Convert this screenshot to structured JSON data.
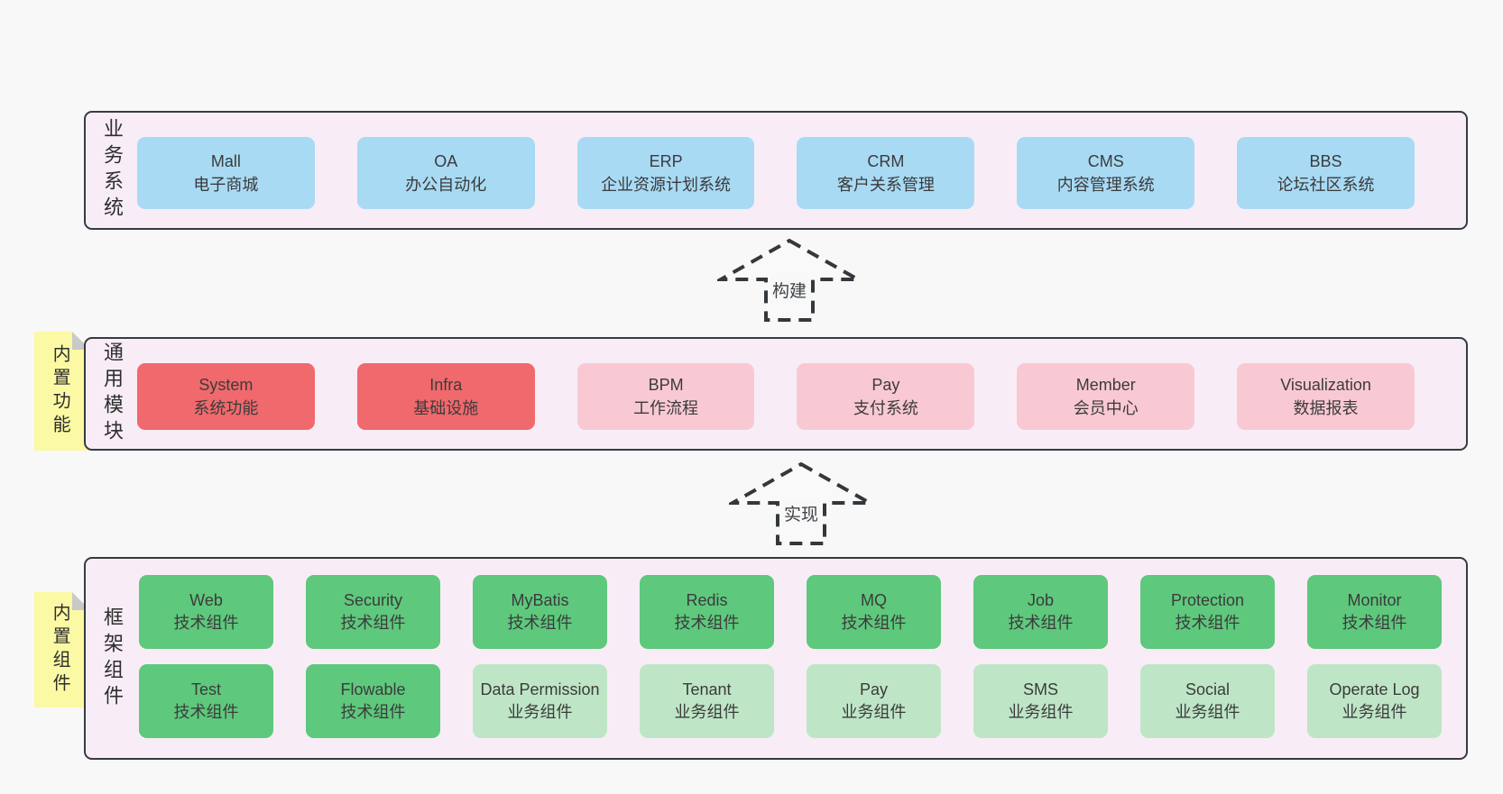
{
  "colors": {
    "page_bg": "#f8f8f8",
    "panel_bg": "#f8edf6",
    "panel_border": "#363b3f",
    "blue_box": "#a8daf4",
    "red_box": "#f0696d",
    "pink_box": "#f9c9d3",
    "green_box": "#5ec87c",
    "light_green_box": "#bee6c6",
    "sticky_yellow": "#fbf9a3",
    "sticky_fold": "#c9c9ca",
    "text": "#3b3b3b"
  },
  "arrows": [
    {
      "label": "构建"
    },
    {
      "label": "实现"
    }
  ],
  "business_systems": {
    "label": "业务系统",
    "boxes": [
      {
        "en": "Mall",
        "zh": "电子商城"
      },
      {
        "en": "OA",
        "zh": "办公自动化"
      },
      {
        "en": "ERP",
        "zh": "企业资源计划系统"
      },
      {
        "en": "CRM",
        "zh": "客户关系管理"
      },
      {
        "en": "CMS",
        "zh": "内容管理系统"
      },
      {
        "en": "BBS",
        "zh": "论坛社区系统"
      }
    ]
  },
  "common_modules": {
    "label": "通用模块",
    "sticky": "内置功能",
    "boxes": [
      {
        "en": "System",
        "zh": "系统功能"
      },
      {
        "en": "Infra",
        "zh": "基础设施"
      },
      {
        "en": "BPM",
        "zh": "工作流程"
      },
      {
        "en": "Pay",
        "zh": "支付系统"
      },
      {
        "en": "Member",
        "zh": "会员中心"
      },
      {
        "en": "Visualization",
        "zh": "数据报表"
      }
    ]
  },
  "framework_components": {
    "label": "框架组件",
    "sticky": "内置组件",
    "row1": [
      {
        "en": "Web",
        "zh": "技术组件"
      },
      {
        "en": "Security",
        "zh": "技术组件"
      },
      {
        "en": "MyBatis",
        "zh": "技术组件"
      },
      {
        "en": "Redis",
        "zh": "技术组件"
      },
      {
        "en": "MQ",
        "zh": "技术组件"
      },
      {
        "en": "Job",
        "zh": "技术组件"
      },
      {
        "en": "Protection",
        "zh": "技术组件"
      },
      {
        "en": "Monitor",
        "zh": "技术组件"
      }
    ],
    "row2": [
      {
        "en": "Test",
        "zh": "技术组件"
      },
      {
        "en": "Flowable",
        "zh": "技术组件"
      },
      {
        "en": "Data Permission",
        "zh": "业务组件"
      },
      {
        "en": "Tenant",
        "zh": "业务组件"
      },
      {
        "en": "Pay",
        "zh": "业务组件"
      },
      {
        "en": "SMS",
        "zh": "业务组件"
      },
      {
        "en": "Social",
        "zh": "业务组件"
      },
      {
        "en": "Operate Log",
        "zh": "业务组件"
      }
    ]
  }
}
